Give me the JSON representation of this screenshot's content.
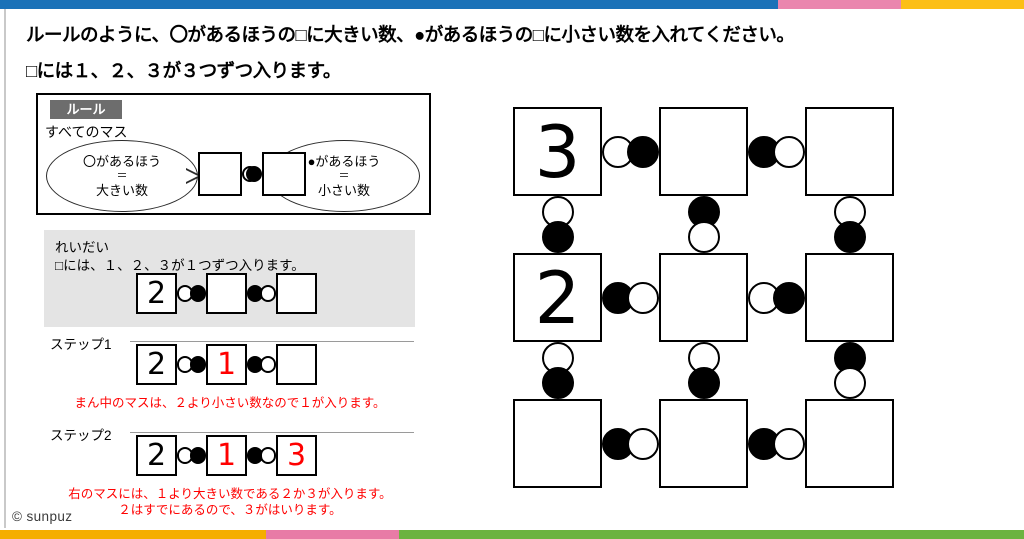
{
  "theme": {
    "top_bar": [
      {
        "color": "#1b72b8",
        "width_pct": 76
      },
      {
        "color": "#ea86ae",
        "width_pct": 12
      },
      {
        "color": "#fcbf16",
        "width_pct": 12
      }
    ],
    "bottom_bar": [
      {
        "color": "#f5ae00",
        "width_pct": 26
      },
      {
        "color": "#e87ba6",
        "width_pct": 13
      },
      {
        "color": "#6cb33f",
        "width_pct": 61
      }
    ],
    "red": "#ff0000",
    "chip_bg": "#6d6d6d",
    "panel_bg": "#e4e4e4"
  },
  "instructions": {
    "line1": "ルールのように、〇があるほうの□に大きい数、●があるほうの□に小さい数を入れてください。",
    "line2": "□には１、２、３が３つずつ入ります。"
  },
  "rule_box": {
    "chip_label": "ルール",
    "subtitle": "すべてのマス",
    "bubble_left": {
      "line1": "〇があるほう",
      "line2": "＝",
      "line3": "大きい数"
    },
    "bubble_right": {
      "line1": "●があるほう",
      "line2": "＝",
      "line3": "小さい数"
    },
    "demo": {
      "left_cell": "",
      "right_cell": "",
      "connector": {
        "left_marker": "open",
        "right_marker": "filled"
      }
    }
  },
  "example": {
    "title": "れいだい",
    "text": "□には、１、２、３が１つずつ入ります。",
    "cells": [
      "2",
      "",
      ""
    ],
    "connectors": [
      {
        "left_marker": "open",
        "right_marker": "filled"
      },
      {
        "left_marker": "filled",
        "right_marker": "open"
      }
    ]
  },
  "steps": [
    {
      "label": "ステップ1",
      "cells": [
        {
          "value": "2",
          "red": false
        },
        {
          "value": "1",
          "red": true
        },
        {
          "value": "",
          "red": false
        }
      ],
      "connectors": [
        {
          "left_marker": "open",
          "right_marker": "filled"
        },
        {
          "left_marker": "filled",
          "right_marker": "open"
        }
      ],
      "notes": [
        "まん中のマスは、２より小さい数なので１が入ります。"
      ]
    },
    {
      "label": "ステップ2",
      "cells": [
        {
          "value": "2",
          "red": false
        },
        {
          "value": "1",
          "red": true
        },
        {
          "value": "3",
          "red": true
        }
      ],
      "connectors": [
        {
          "left_marker": "open",
          "right_marker": "filled"
        },
        {
          "left_marker": "filled",
          "right_marker": "open"
        }
      ],
      "notes": [
        "右のマスには、１より大きい数である２か３が入ります。",
        "２はすでにあるので、３がはいります。"
      ]
    }
  ],
  "puzzle": {
    "rows": 3,
    "cols": 3,
    "cells": [
      [
        "3",
        "",
        ""
      ],
      [
        "2",
        "",
        ""
      ],
      [
        "",
        "",
        ""
      ]
    ],
    "horizontal_connectors": [
      [
        {
          "left_marker": "open",
          "right_marker": "filled"
        },
        {
          "left_marker": "filled",
          "right_marker": "open"
        }
      ],
      [
        {
          "left_marker": "filled",
          "right_marker": "open"
        },
        {
          "left_marker": "open",
          "right_marker": "filled"
        }
      ],
      [
        {
          "left_marker": "filled",
          "right_marker": "open"
        },
        {
          "left_marker": "filled",
          "right_marker": "open"
        }
      ]
    ],
    "vertical_connectors": [
      [
        {
          "top_marker": "open",
          "bottom_marker": "filled"
        },
        {
          "top_marker": "filled",
          "bottom_marker": "open"
        },
        {
          "top_marker": "open",
          "bottom_marker": "filled"
        }
      ],
      [
        {
          "top_marker": "open",
          "bottom_marker": "filled"
        },
        {
          "top_marker": "open",
          "bottom_marker": "filled"
        },
        {
          "top_marker": "filled",
          "bottom_marker": "open"
        }
      ]
    ]
  },
  "footer": {
    "copyright": "© sunpuz"
  }
}
